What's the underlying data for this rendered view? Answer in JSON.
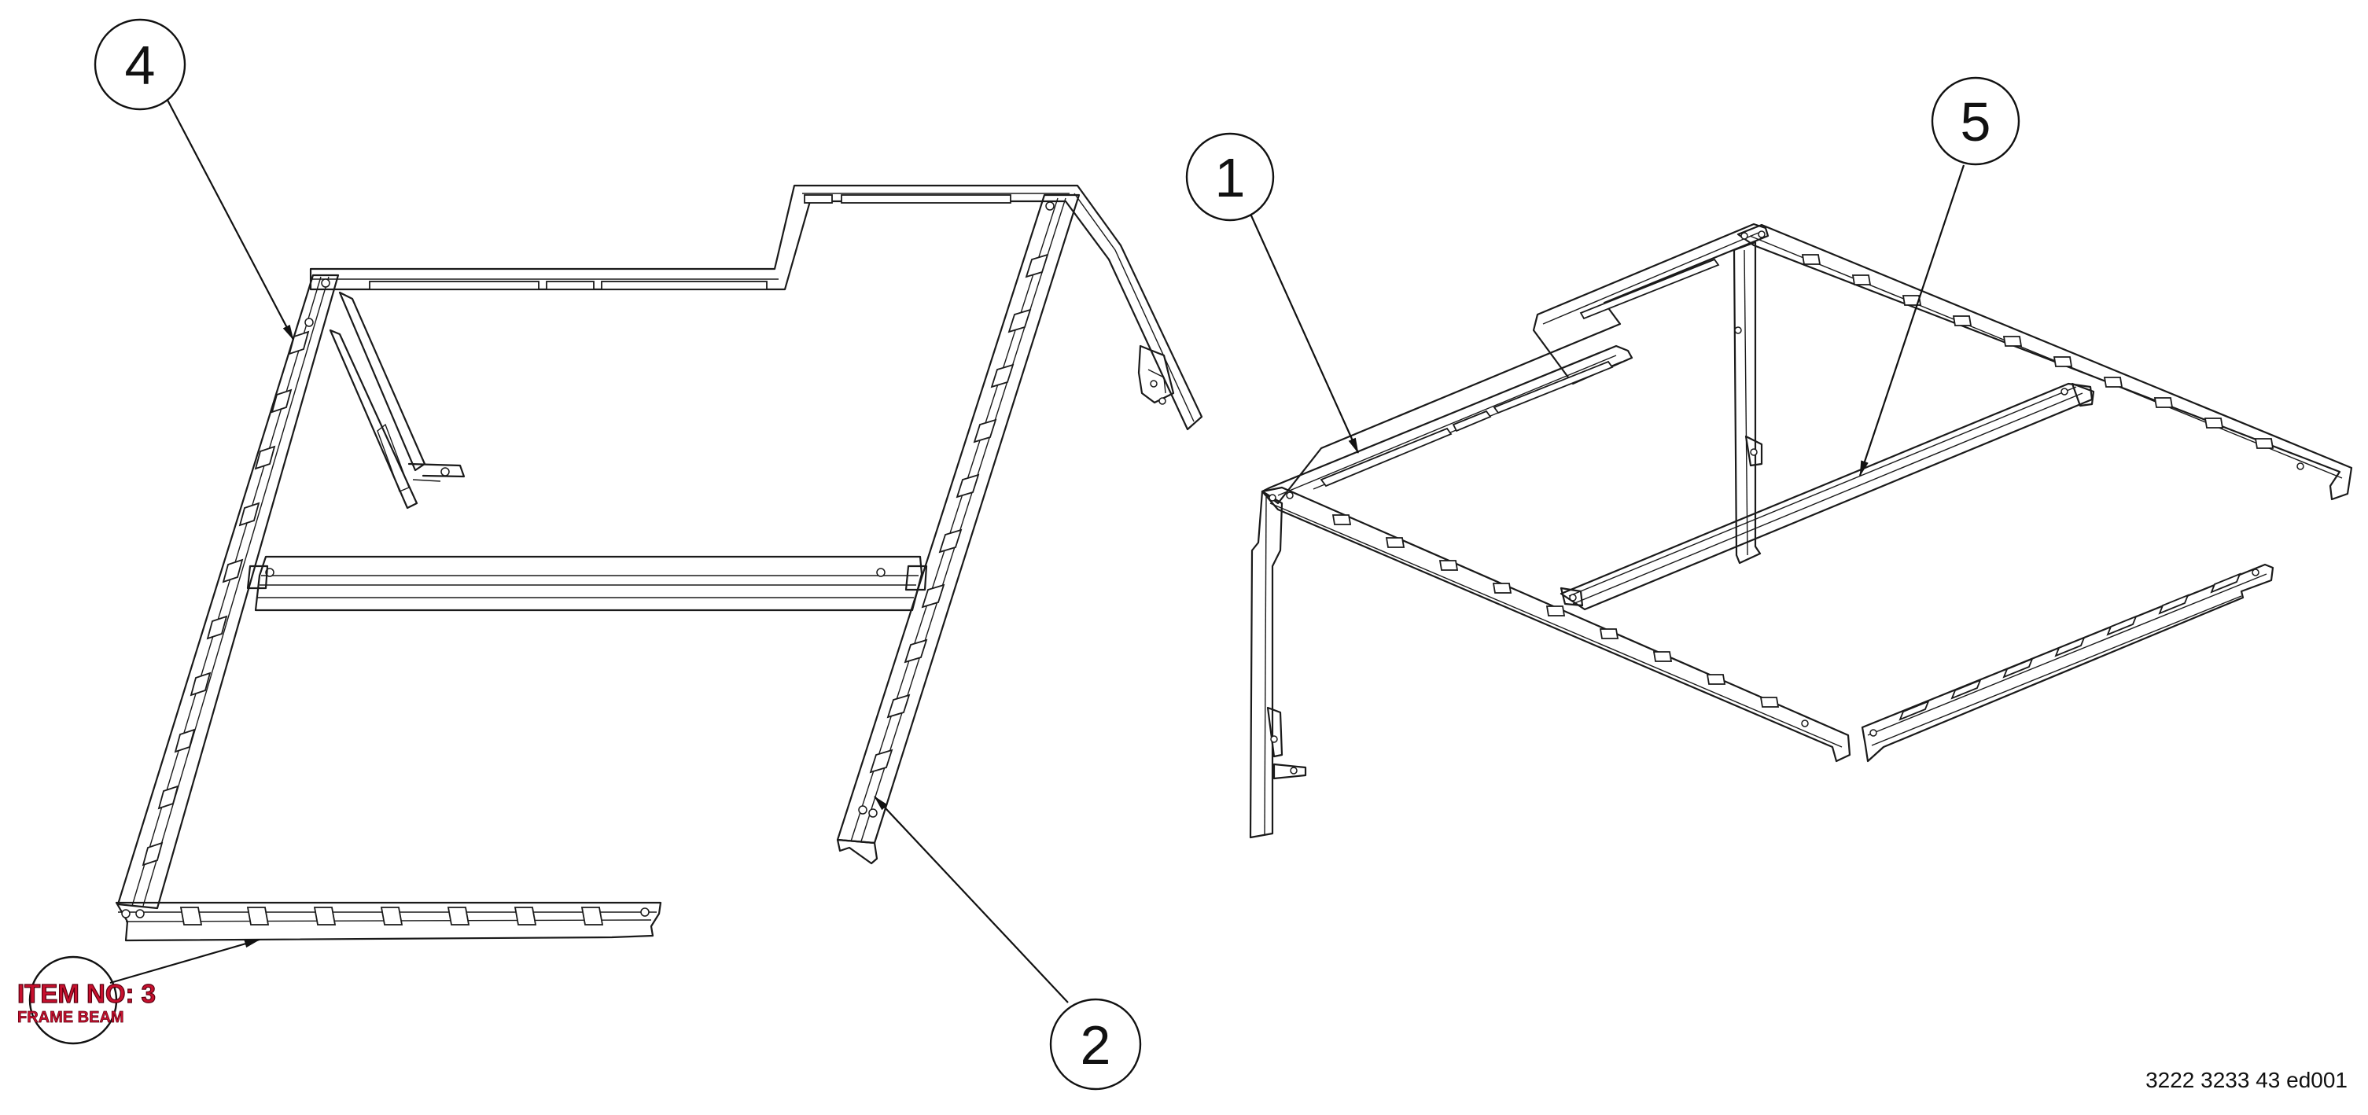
{
  "balloons": [
    {
      "id": "b4",
      "label": "4"
    },
    {
      "id": "b1",
      "label": "1"
    },
    {
      "id": "b5",
      "label": "5"
    },
    {
      "id": "b2",
      "label": "2"
    }
  ],
  "callout": {
    "item_no": "ITEM NO: 3",
    "description": "FRAME BEAM",
    "color": "#c8102e"
  },
  "document_id": "3222 3233 43 ed001"
}
